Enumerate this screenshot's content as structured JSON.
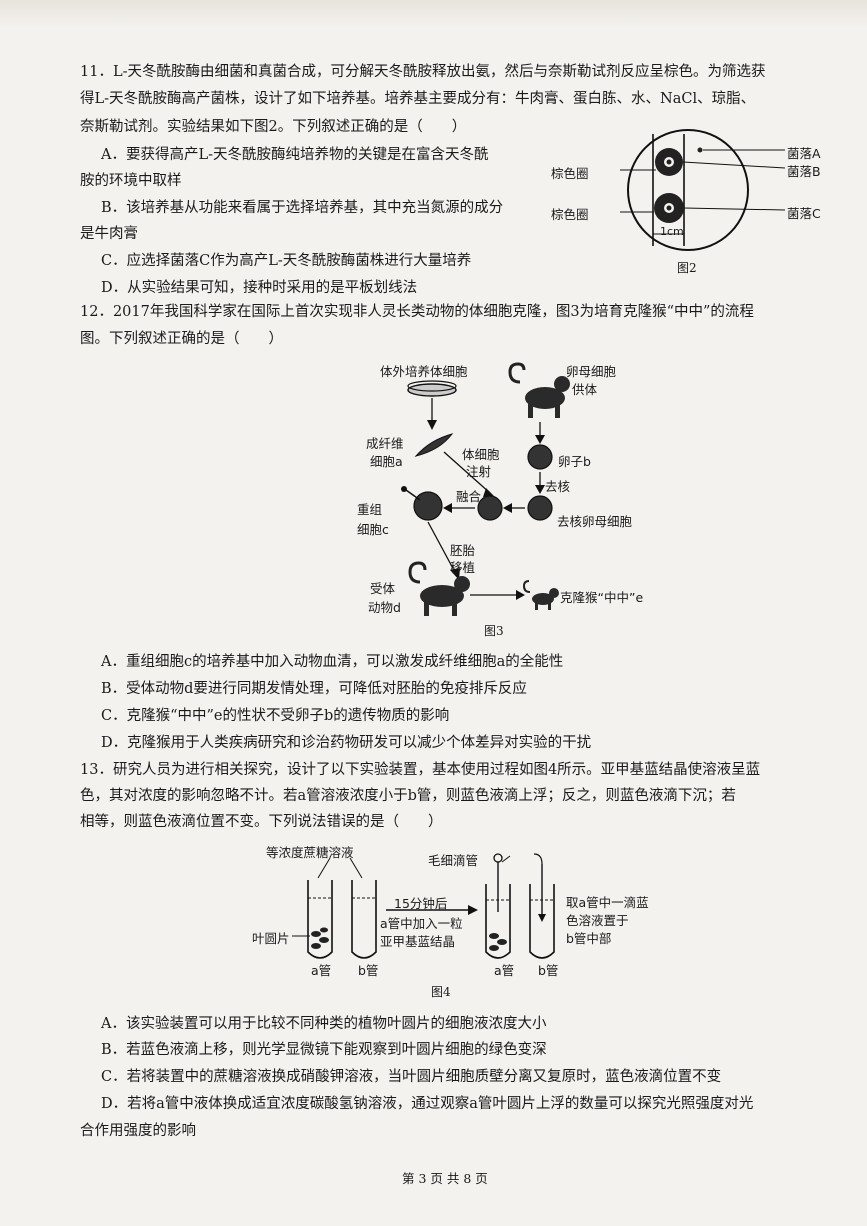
{
  "q11": {
    "line1": "11．L-天冬酰胺酶由细菌和真菌合成，可分解天冬酰胺释放出氨，然后与奈斯勒试剂反应呈棕色。为筛选获",
    "line2": "得L-天冬酰胺酶高产菌株，设计了如下培养基。培养基主要成分有：牛肉膏、蛋白胨、水、NaCl、琼脂、",
    "line3": "奈斯勒试剂。实验结果如下图2。下列叙述正确的是（　　）",
    "optA1": "A．要获得高产L-天冬酰胺酶纯培养物的关键是在富含天冬酰",
    "optA2": "胺的环境中取样",
    "optB1": "B．该培养基从功能来看属于选择培养基，其中充当氮源的成分",
    "optB2": "是牛肉膏",
    "optC": "C．应选择菌落C作为高产L-天冬酰胺酶菌株进行大量培养",
    "optD": "D．从实验结果可知，接种时采用的是平板划线法",
    "fig": {
      "label_colonyA": "菌落A",
      "label_colonyB": "菌落B",
      "label_colonyC": "菌落C",
      "label_brown1": "棕色圈",
      "label_brown2": "棕色圈",
      "label_scale": "1cm",
      "caption": "图2"
    }
  },
  "q12": {
    "line1": "12．2017年我国科学家在国际上首次实现非人灵长类动物的体细胞克隆，图3为培育克隆猴“中中”的流程",
    "line2": "图。下列叙述正确的是（　　）",
    "fig": {
      "culture": "体外培养体细胞",
      "oocyte_donor_1": "卵母细胞",
      "oocyte_donor_2": "供体",
      "fibro_1": "成纤维",
      "fibro_2": "细胞a",
      "inject_1": "体细胞",
      "inject_2": "注射",
      "egg": "卵子b",
      "enucleate": "去核",
      "fusion": "融合",
      "enucleated_oocyte": "去核卵母细胞",
      "recomb_1": "重组",
      "recomb_2": "细胞c",
      "embryo_1": "胚胎",
      "embryo_2": "移植",
      "recipient_1": "受体",
      "recipient_2": "动物d",
      "clone": "克隆猴“中中”e",
      "caption": "图3"
    },
    "optA": "A．重组细胞c的培养基中加入动物血清，可以激发成纤维细胞a的全能性",
    "optB": "B．受体动物d要进行同期发情处理，可降低对胚胎的免疫排斥反应",
    "optC": "C．克隆猴“中中”e的性状不受卵子b的遗传物质的影响",
    "optD": "D．克隆猴用于人类疾病研究和诊治药物研发可以减少个体差异对实验的干扰"
  },
  "q13": {
    "line1": "13．研究人员为进行相关探究，设计了以下实验装置，基本使用过程如图4所示。亚甲基蓝结晶使溶液呈蓝",
    "line2": "色，其对浓度的影响忽略不计。若a管溶液浓度小于b管，则蓝色液滴上浮；反之，则蓝色液滴下沉；若",
    "line3": "相等，则蓝色液滴位置不变。下列说法错误的是（　　）",
    "fig": {
      "sucrose": "等浓度蔗糖溶液",
      "capillary": "毛细滴管",
      "after_15": "15分钟后",
      "add_1": "a管中加入一粒",
      "add_2": "亚甲基蓝结晶",
      "leaf_disc": "叶圆片",
      "tube_a1": "a管",
      "tube_b1": "b管",
      "tube_a2": "a管",
      "tube_b2": "b管",
      "take_1": "取a管中一滴蓝",
      "take_2": "色溶液置于",
      "take_3": "b管中部",
      "caption": "图4"
    },
    "optA": "A．该实验装置可以用于比较不同种类的植物叶圆片的细胞液浓度大小",
    "optB": "B．若蓝色液滴上移，则光学显微镜下能观察到叶圆片细胞的绿色变深",
    "optC": "C．若将装置中的蔗糖溶液换成硝酸钾溶液，当叶圆片细胞质壁分离又复原时，蓝色液滴位置不变",
    "optD1": "D．若将a管中液体换成适宜浓度碳酸氢钠溶液，通过观察a管叶圆片上浮的数量可以探究光照强度对光",
    "optD2": "合作用强度的影响"
  },
  "footer": "第 3 页 共 8 页"
}
